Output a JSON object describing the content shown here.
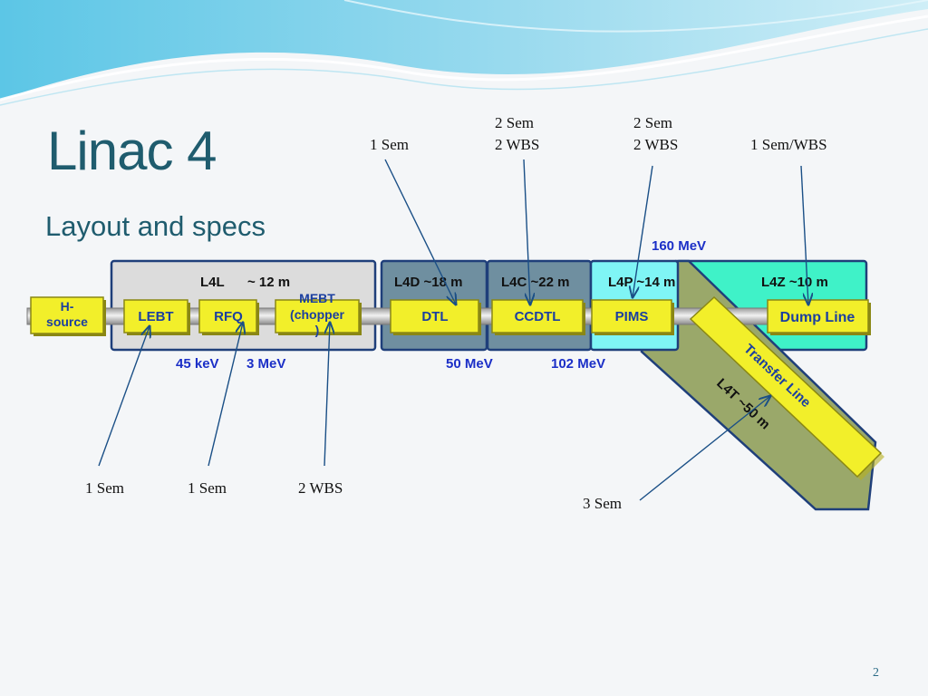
{
  "slide": {
    "title": "Linac 4",
    "subtitle": "Layout and specs",
    "page_number": "2"
  },
  "sections": {
    "l4l": "L4L",
    "l4l_len": "~ 12 m",
    "l4d": "L4D ~18 m",
    "l4c": "L4C ~22 m",
    "l4p": "L4P ~14 m",
    "l4z": "L4Z ~10 m",
    "l4t": "L4T ~50 m"
  },
  "components": {
    "h_source": [
      "H-",
      "source"
    ],
    "lebt": "LEBT",
    "rfq": "RFQ",
    "mebt": [
      "MEBT",
      "(chopper",
      ")"
    ],
    "dtl": "DTL",
    "ccdtl": "CCDTL",
    "pims": "PIMS",
    "dump_line": "Dump Line",
    "transfer_line": "Transfer Line"
  },
  "energies": {
    "e45": "45 keV",
    "e3": "3 MeV",
    "e50": "50 MeV",
    "e102": "102 MeV",
    "e160": "160 MeV"
  },
  "annotations": {
    "top_dtl": "1 Sem",
    "top_ccdtl": [
      "2 Sem",
      "2 WBS"
    ],
    "top_pims": [
      "2 Sem",
      "2 WBS"
    ],
    "top_dump": "1 Sem/WBS",
    "bottom_lebt": "1 Sem",
    "bottom_rfq": "1 Sem",
    "bottom_mebt": "2 WBS",
    "bottom_transfer": "3 Sem"
  },
  "colors": {
    "title": "#1f5c6e",
    "component_fill": "#f2ef2a",
    "energy_text": "#1b2fc7",
    "l4l_box": "#dcdcdc",
    "l4d_l4c_box": "#6f8fa0",
    "l4p_box": "#7ff5f5",
    "l4z_box": "#3ff2c8",
    "l4t_box": "#9aa86a"
  }
}
